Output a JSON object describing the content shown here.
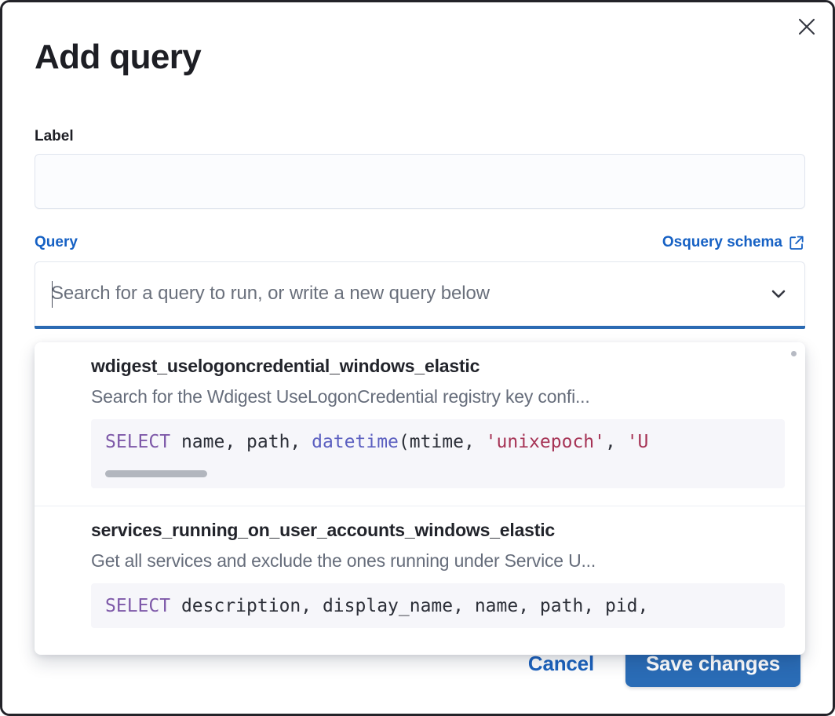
{
  "modal": {
    "title": "Add query",
    "close_icon": "close-icon"
  },
  "form": {
    "label_field": {
      "label": "Label",
      "value": "",
      "placeholder": ""
    },
    "query_field": {
      "label": "Query",
      "schema_link": {
        "text": "Osquery schema",
        "icon": "external-link-icon"
      },
      "combobox": {
        "value": "",
        "placeholder": "Search for a query to run, or write a new query below",
        "chevron_icon": "chevron-down-icon",
        "focused": true,
        "focus_color": "#2c6cb5"
      }
    }
  },
  "dropdown": {
    "options": [
      {
        "title": "wdigest_uselogoncredential_windows_elastic",
        "description": "Search for the Wdigest UseLogonCredential registry key confi...",
        "code_tokens": [
          {
            "t": "SELECT",
            "c": "kw"
          },
          {
            "t": " name, path, ",
            "c": "id"
          },
          {
            "t": "datetime",
            "c": "fn"
          },
          {
            "t": "(mtime, ",
            "c": "id"
          },
          {
            "t": "'unixepoch'",
            "c": "str"
          },
          {
            "t": ", ",
            "c": "id"
          },
          {
            "t": "'U",
            "c": "str"
          }
        ],
        "has_hscrollbar": true
      },
      {
        "title": "services_running_on_user_accounts_windows_elastic",
        "description": "Get all services and exclude the ones running under Service U...",
        "code_tokens": [
          {
            "t": "SELECT",
            "c": "kw"
          },
          {
            "t": " description, display_name, name, path, pid,",
            "c": "id"
          }
        ],
        "has_hscrollbar": false
      }
    ]
  },
  "footer": {
    "cancel_label": "Cancel",
    "save_label": "Save changes",
    "save_color": "#2a6cb6"
  }
}
